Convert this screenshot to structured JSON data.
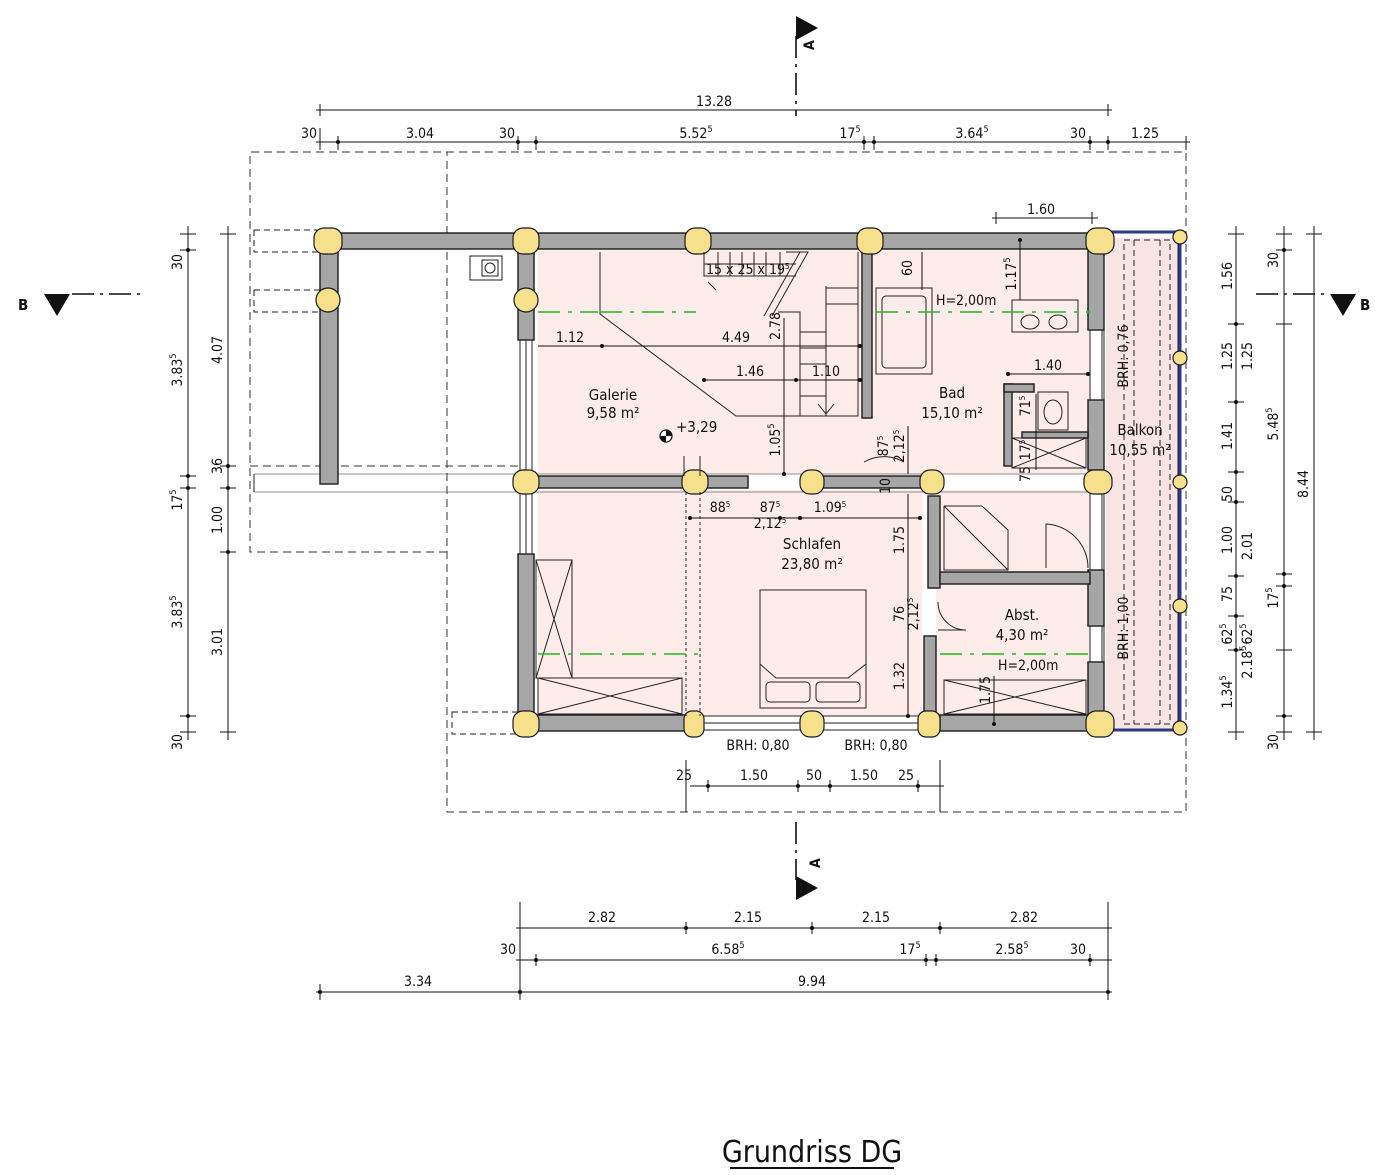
{
  "title": "Grundriss DG",
  "section_markers": {
    "a_top": "A",
    "a_bottom": "A",
    "b_left": "B",
    "b_right": "B"
  },
  "rooms": {
    "galerie": {
      "name": "Galerie",
      "area": "9,58 m²"
    },
    "bad": {
      "name": "Bad",
      "area": "15,10 m²"
    },
    "balkon": {
      "name": "Balkon",
      "area": "10,55 m²"
    },
    "schlafen": {
      "name": "Schlafen",
      "area": "23,80 m²"
    },
    "abst": {
      "name": "Abst.",
      "area": "4,30 m²"
    }
  },
  "annotations": {
    "level": "+3,29",
    "stair": "15 x 25 x 19",
    "stair_sup": "5",
    "h_bad": "H=2,00m",
    "h_abst": "H=2,00m",
    "brh_bad": "BRH: 0,76",
    "brh_balkon": "BRH: 1,00",
    "brh_win1": "BRH: 0,80",
    "brh_win2": "BRH: 0,80"
  },
  "dims": {
    "top_total": "13.28",
    "top_row": [
      "30",
      "3.04",
      "30",
      "5.52",
      "17",
      "3.64",
      "30",
      "1.25"
    ],
    "top_row_sup": [
      "",
      "",
      "",
      "5",
      "5",
      "5",
      "",
      ""
    ],
    "bad_width": "1.60",
    "left_outer": [
      "30",
      "3.83",
      "17",
      "3.83",
      "30"
    ],
    "left_outer_sup": [
      "",
      "5",
      "5",
      "5",
      ""
    ],
    "left_inner": [
      "4.07",
      "36",
      "1.00",
      "3.01"
    ],
    "right_a": [
      "1.56",
      "1.25",
      "1.41",
      "50",
      "1.00",
      "75",
      "62",
      "1.34"
    ],
    "right_a_sup": [
      "",
      "",
      "",
      "",
      "",
      "",
      "5",
      "5"
    ],
    "right_b": [
      "30",
      "1.25",
      "5.48",
      "2.01",
      "17",
      "62",
      "2.18",
      "30"
    ],
    "right_b_sup": [
      "",
      "",
      "5",
      "",
      "5",
      "5",
      "5",
      ""
    ],
    "right_total": "8.44",
    "interior": {
      "galerie_112": "1.12",
      "stair_449": "4.49",
      "stair_146": "1.46",
      "stair_110": "1.10",
      "stair_278": "2.78",
      "stair_105": "1.05",
      "stair_105_sup": "5",
      "bad_60": "60",
      "bad_117": "1.17",
      "bad_117_sup": "5",
      "bad_140": "1.40",
      "wc_71": "71",
      "wc_71_sup": "5",
      "wc_17": "17",
      "wc_17_sup": "5",
      "wc_75": "75",
      "door_87": "87",
      "door_87_sup": "5",
      "door_212": "2,12",
      "door_212_sup": "5",
      "door_10": "10",
      "door_885": "88",
      "door_885_sup": "5",
      "door_875": "87",
      "door_875_sup": "5",
      "door_2125": "2,12",
      "door_2125_sup": "5",
      "door_1095": "1.09",
      "door_1095_sup": "5",
      "schlafen_175": "1.75",
      "schlafen_76": "76",
      "schlafen_212": "2,12",
      "schlafen_212_sup": "5",
      "schlafen_132": "1.32",
      "abst_175": "1.75"
    },
    "window_row": [
      "25",
      "1.50",
      "50",
      "1.50",
      "25"
    ],
    "bottom_row1": [
      "2.82",
      "2.15",
      "2.15",
      "2.82"
    ],
    "bottom_row2": [
      "30",
      "6.58",
      "17",
      "2.58",
      "30"
    ],
    "bottom_row2_sup": [
      "",
      "5",
      "5",
      "5",
      ""
    ],
    "bottom_row3": [
      "3.34",
      "9.94"
    ]
  },
  "colors": {
    "wall": "#a6a6a6",
    "post": "#f7e08c",
    "floor": "#fdecea",
    "section_line": "#1fb81f",
    "balcony_rail": "#2b3a8c"
  }
}
